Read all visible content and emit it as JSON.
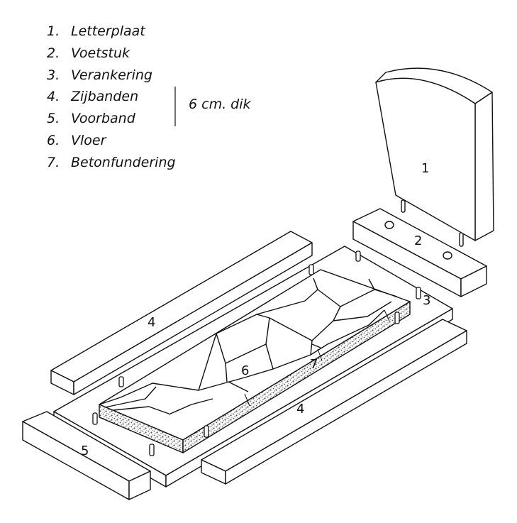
{
  "legend": {
    "items": [
      {
        "num": "1.",
        "label": "Letterplaat"
      },
      {
        "num": "2.",
        "label": "Voetstuk"
      },
      {
        "num": "3.",
        "label": "Verankering"
      },
      {
        "num": "4.",
        "label": "Zijbanden"
      },
      {
        "num": "5.",
        "label": "Voorband"
      },
      {
        "num": "6.",
        "label": "Vloer"
      },
      {
        "num": "7.",
        "label": "Betonfundering"
      }
    ],
    "bracket_note": "6 cm. dik"
  },
  "parts": {
    "letterplaat": "1",
    "voetstuk": "2",
    "verankering": "3",
    "zijband_left": "4",
    "zijband_right": "4",
    "voorband": "5",
    "vloer": "6",
    "betonfundering": "7"
  },
  "colors": {
    "stroke": "#111111",
    "fill": "#ffffff",
    "foundation_speckle": "#555555"
  }
}
